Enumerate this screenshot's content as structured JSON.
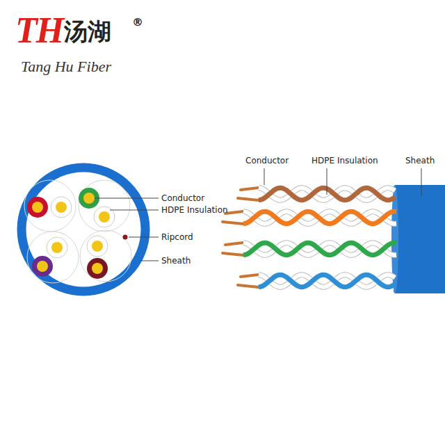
{
  "diagram": {
    "labels": [
      "TH",
      "汤湖",
      "®",
      "Tang Hu Fiber",
      "Conductor",
      "HDPE Insulation",
      "Ripcord",
      "Sheath",
      "Conductor",
      "HDPE Insulation",
      "Sheath"
    ]
  }
}
